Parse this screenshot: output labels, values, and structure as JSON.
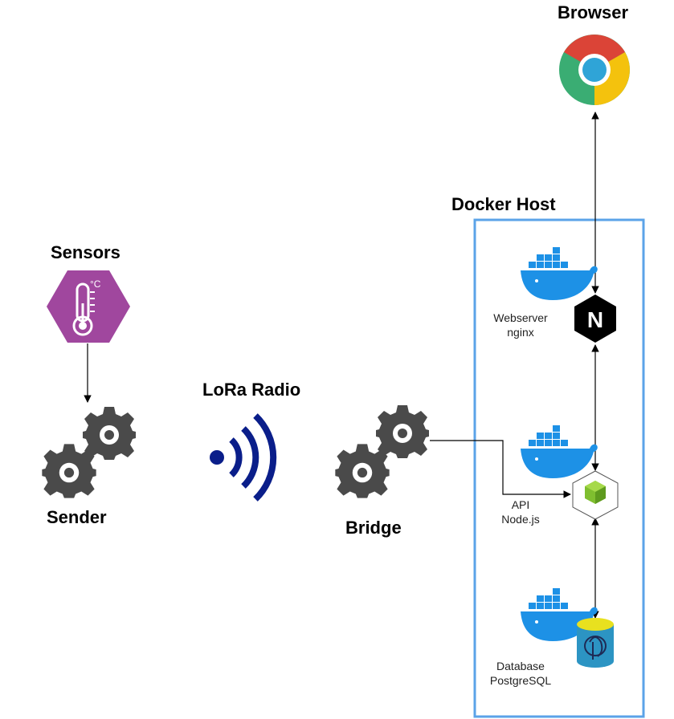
{
  "labels": {
    "browser": "Browser",
    "docker_host": "Docker Host",
    "sensors": "Sensors",
    "lora_radio": "LoRa Radio",
    "sender": "Sender",
    "bridge": "Bridge"
  },
  "services": {
    "webserver": {
      "line1": "Webserver",
      "line2": "nginx"
    },
    "api": {
      "line1": "API",
      "line2": "Node.js"
    },
    "database": {
      "line1": "Database",
      "line2": "PostgreSQL"
    }
  },
  "sensor_icon": {
    "unit": "°C"
  },
  "nginx_icon": {
    "letter": "N"
  },
  "colors": {
    "docker_blue": "#1D91E6",
    "host_border": "#5BA3E8",
    "sensor_purple": "#A0479E",
    "gear_gray": "#4A4A4A",
    "radio_navy": "#0A1E8A",
    "nodejs_green": "#7FBE2F",
    "postgres_cyan": "#2C94C3",
    "nginx_black": "#000000",
    "chrome_red": "#DB4437",
    "chrome_yellow": "#F4C20D",
    "chrome_green": "#3AAD73",
    "chrome_blue": "#2FA4D7"
  }
}
